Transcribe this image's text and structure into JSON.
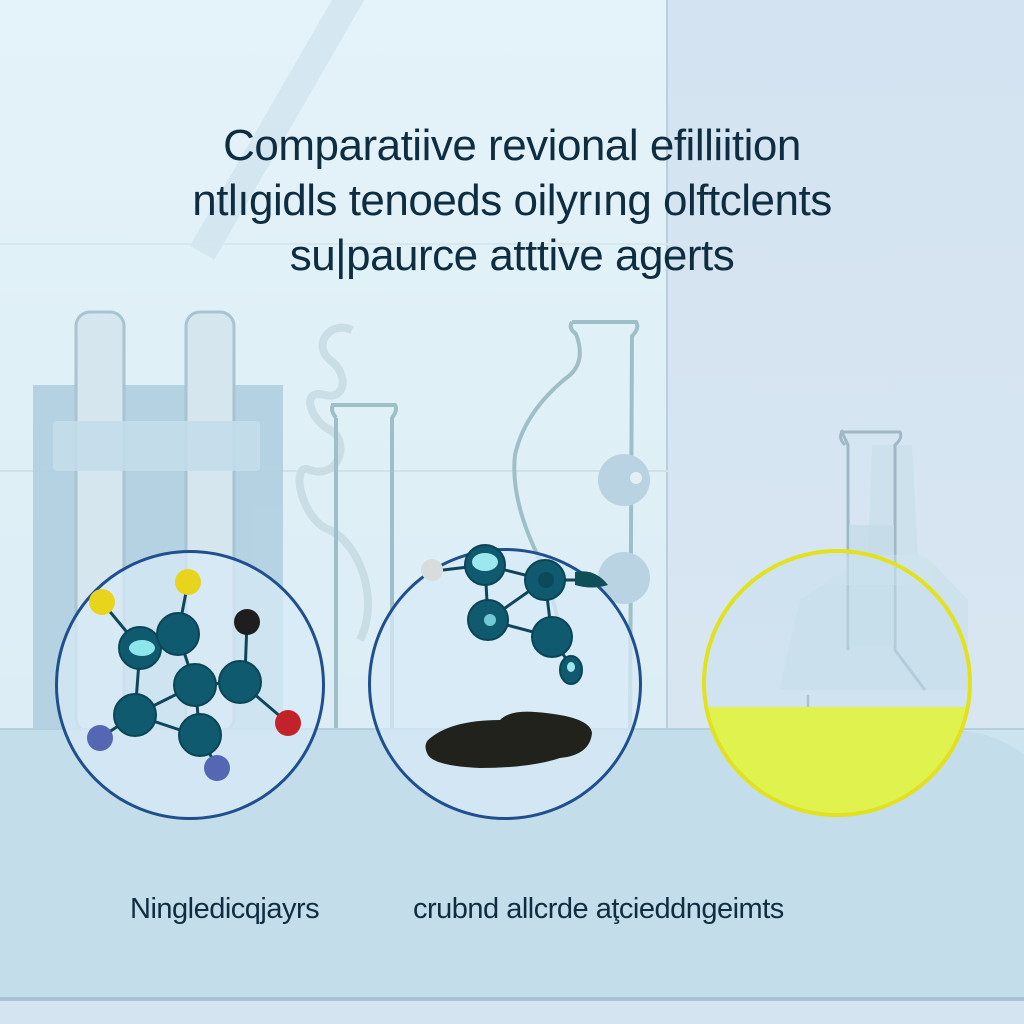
{
  "title": {
    "lines": [
      "Comparatiive revional efilliition",
      "ntlıgidls tenoeds oilyrıng olftclents",
      "su|paurce atttive agerts"
    ]
  },
  "panels": [
    {
      "id": "molecule-panel",
      "icon": "molecule-icon",
      "border_color": "#1f4f8f",
      "atom_colors": [
        "#0f5a6e",
        "#e8d41c",
        "#1e1e1e",
        "#c4222a",
        "#5566b3"
      ]
    },
    {
      "id": "oil-spill-panel",
      "icon": "oil-droplet-icon",
      "border_color": "#1f4f8f",
      "atom_colors": [
        "#0f5a6e",
        "#d9dcdc"
      ],
      "spill_color": "#22221d"
    },
    {
      "id": "flask-panel",
      "icon": "flask-icon",
      "border_color": "#e3e11c",
      "liquid_color": "#dff24e"
    }
  ],
  "captions": [
    "Ninglediсqjayrs",
    "crubnd allcrde aţciеddngeimts"
  ],
  "colors": {
    "text": "#0f2d40",
    "background_light": "#e1f0f7",
    "background_right": "#d4e3f1",
    "counter": "#c3ddea",
    "glass_outline": "#9bbcc6"
  }
}
